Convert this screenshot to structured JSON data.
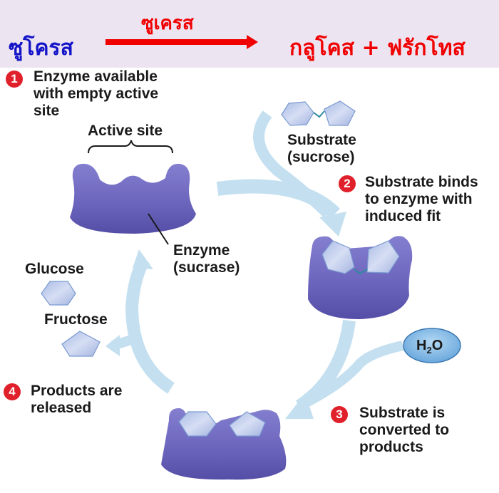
{
  "header": {
    "reactant": "ซูโครส",
    "enzyme": "ซูเครส",
    "products": "กลูโคส + ฟรักโทส"
  },
  "steps": [
    {
      "number": "1",
      "text_lines": [
        "Enzyme available",
        "with empty active",
        "site"
      ]
    },
    {
      "number": "2",
      "text_lines": [
        "Substrate binds",
        "to enzyme with",
        "induced fit"
      ]
    },
    {
      "number": "3",
      "text_lines": [
        "Substrate is",
        "converted to",
        "products"
      ]
    },
    {
      "number": "4",
      "text_lines": [
        "Products are",
        "released"
      ]
    }
  ],
  "labels": {
    "active_site": "Active site",
    "substrate": [
      "Substrate",
      "(sucrose)"
    ],
    "enzyme": [
      "Enzyme",
      "(sucrase)"
    ],
    "glucose": "Glucose",
    "fructose": "Fructose",
    "water": {
      "main": "H",
      "sub": "2",
      "end": "O"
    }
  },
  "colors": {
    "banner_bg": "#ece4f1",
    "reactant_text": "#1414c8",
    "enzyme_text": "#f00000",
    "product_text": "#f00000",
    "reaction_arrow": "#f00000",
    "enzyme_body": "#6c66bc",
    "cycle_arrow": "#c4e0f0",
    "molecule": "#b4c4e8",
    "water": "#8cc0e8",
    "badge": "#e0202a"
  }
}
